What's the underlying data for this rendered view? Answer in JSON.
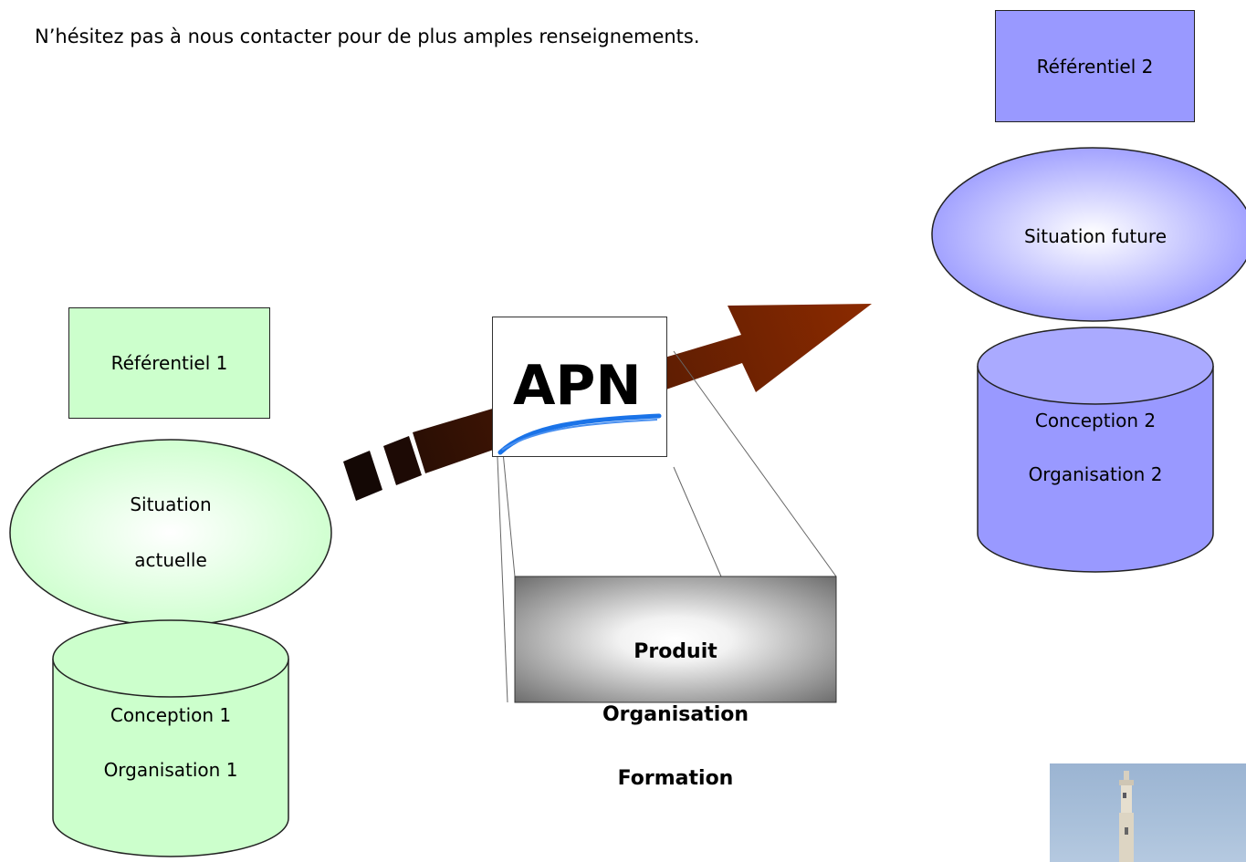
{
  "intro_text": "N’hésitez pas à nous contacter pour de plus amples renseignements.",
  "left": {
    "referentiel": "Référentiel 1",
    "situation_line1": "Situation",
    "situation_line2": "actuelle",
    "cylinder_line1": "Conception 1",
    "cylinder_line2": "Organisation 1"
  },
  "right": {
    "referentiel": "Référentiel 2",
    "situation": "Situation future",
    "cylinder_line1": "Conception 2",
    "cylinder_line2": "Organisation 2"
  },
  "center": {
    "logo_text": "APN",
    "box_items": [
      "Produit",
      "Organisation",
      "Formation"
    ]
  },
  "colors": {
    "green_fill": "#ccffcc",
    "blue_fill": "#9999ff",
    "blue_light": "#aaaaff",
    "arrow_dark": "#1a0a05",
    "arrow_light": "#8b2a00",
    "logo_swoosh": "#1a73e8"
  },
  "icons": {
    "photo": "lighthouse-photo"
  }
}
